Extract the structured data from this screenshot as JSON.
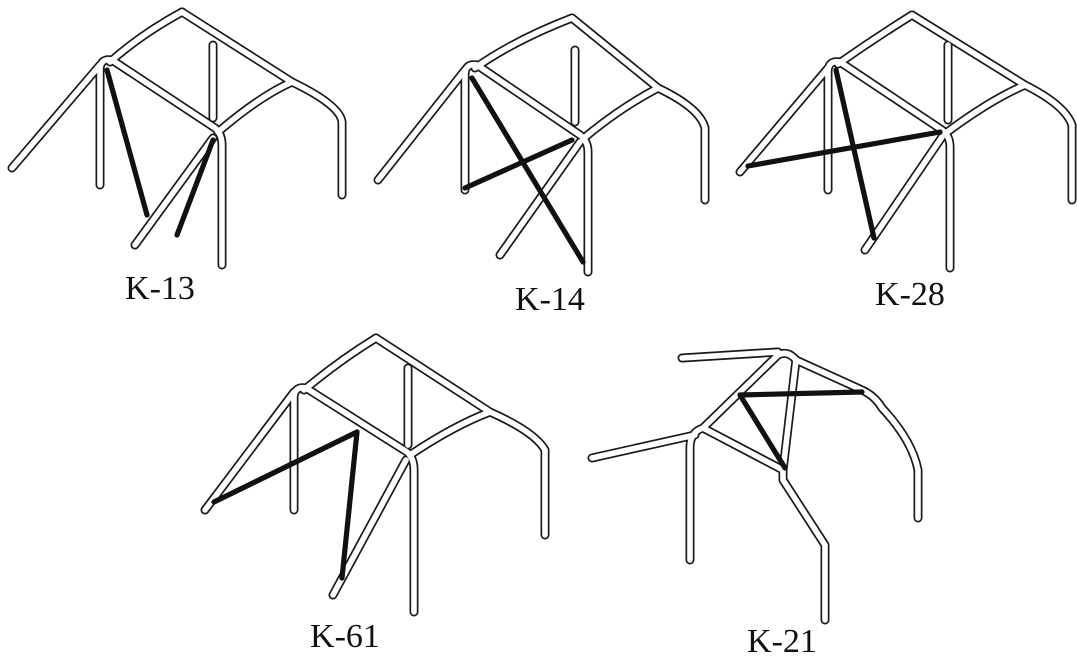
{
  "cages": [
    {
      "id": "k13",
      "label": "K-13"
    },
    {
      "id": "k14",
      "label": "K-14"
    },
    {
      "id": "k28",
      "label": "K-28"
    },
    {
      "id": "k61",
      "label": "K-61"
    },
    {
      "id": "k21",
      "label": "K-21"
    }
  ]
}
